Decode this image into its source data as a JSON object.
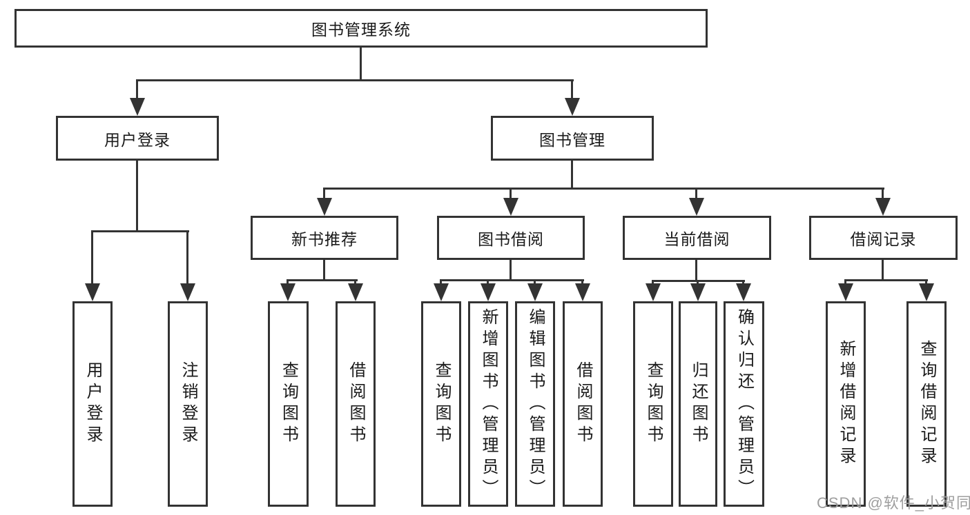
{
  "diagram": {
    "type": "hierarchy-tree",
    "nodes": {
      "root": "图书管理系统",
      "user_login": "用户登录",
      "book_mgmt": "图书管理",
      "new_book_rec": "新书推荐",
      "book_borrow": "图书借阅",
      "current_borrow": "当前借阅",
      "borrow_record": "借阅记录",
      "ul_login": "用户登录",
      "ul_logout": "注销登录",
      "nr_query": "查询图书",
      "nr_borrow": "借阅图书",
      "bb_query": "查询图书",
      "bb_add": "新增图书（管理员）",
      "bb_edit": "编辑图书（管理员）",
      "bb_borrow": "借阅图书",
      "cb_query": "查询图书",
      "cb_return": "归还图书",
      "cb_confirm": "确认归还（管理员）",
      "br_add": "新增借阅记录",
      "br_query": "查询借阅记录"
    },
    "hierarchy": {
      "root": [
        "user_login",
        "book_mgmt"
      ],
      "user_login": [
        "ul_login",
        "ul_logout"
      ],
      "book_mgmt": [
        "new_book_rec",
        "book_borrow",
        "current_borrow",
        "borrow_record"
      ],
      "new_book_rec": [
        "nr_query",
        "nr_borrow"
      ],
      "book_borrow": [
        "bb_query",
        "bb_add",
        "bb_edit",
        "bb_borrow"
      ],
      "current_borrow": [
        "cb_query",
        "cb_return",
        "cb_confirm"
      ],
      "borrow_record": [
        "br_add",
        "br_query"
      ]
    },
    "colors": {
      "line": "#333333",
      "box_border": "#333333",
      "box_fill": "#ffffff",
      "text": "#1a1a1a",
      "background": "#ffffff",
      "watermark": "#9e9e9e"
    }
  },
  "watermark": {
    "text": "CSDN @软件_小贺同学"
  }
}
